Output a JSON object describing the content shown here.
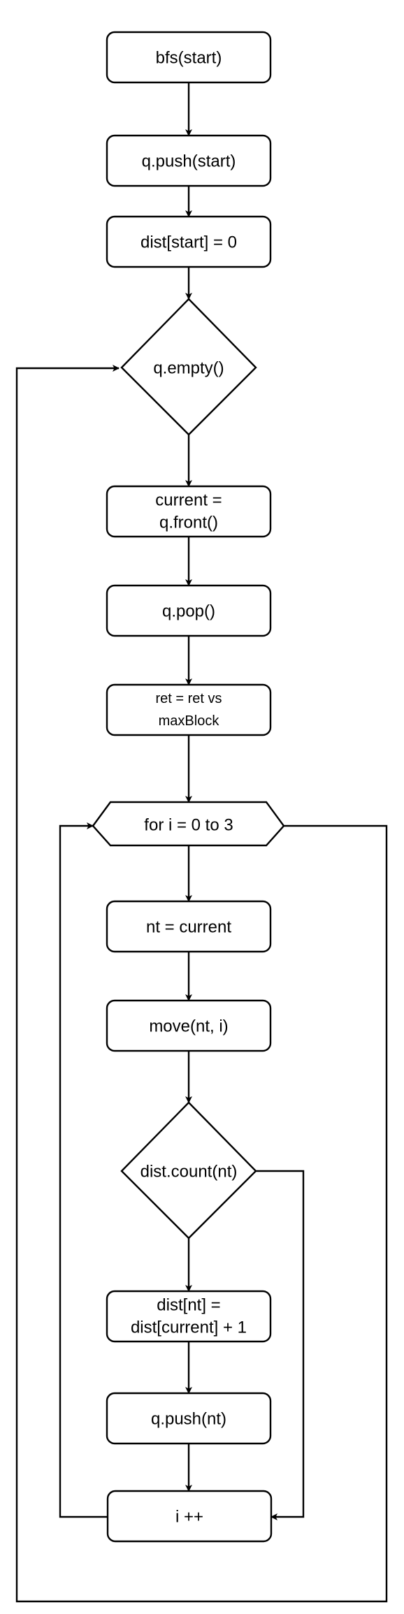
{
  "nodes": {
    "bfs": "bfs(start)",
    "push_start": "q.push(start)",
    "dist_start": "dist[start] = 0",
    "empty": "q.empty()",
    "current_line1": "current =",
    "current_line2": "q.front()",
    "pop": "q.pop()",
    "ret_line1": "ret = ret vs",
    "ret_line2": "maxBlock",
    "for": "for i = 0 to 3",
    "nt_current": "nt = current",
    "move": "move(nt, i)",
    "count": "dist.count(nt)",
    "dist_nt_line1": "dist[nt] =",
    "dist_nt_line2": "dist[current] + 1",
    "push_nt": "q.push(nt)",
    "inc": "i ++"
  }
}
